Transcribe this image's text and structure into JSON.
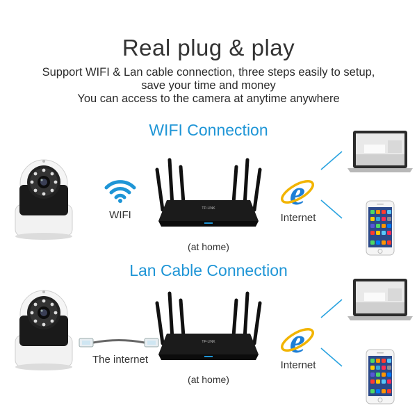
{
  "title": "Real plug & play",
  "subtitle_lines": [
    "Support WIFI & Lan cable connection, three steps easily to setup,",
    "save your time and money",
    "You can access to the camera at anytime anywhere"
  ],
  "wifi_section": {
    "heading": "WIFI Connection",
    "link_label": "WIFI",
    "router_caption": "(at home)",
    "internet_label": "Internet"
  },
  "lan_section": {
    "heading": "Lan Cable Connection",
    "link_label": "The internet",
    "router_caption": "(at home)",
    "internet_label": "Internet"
  },
  "router_brand": "TP-LINK",
  "colors": {
    "accent_blue": "#1e95d6",
    "router_body": "#1b1b1b",
    "camera_white": "#f4f4f4",
    "camera_black": "#1a1a1a"
  },
  "icons": [
    "camera-icon",
    "wifi-icon",
    "router-icon",
    "ethernet-cable-icon",
    "internet-explorer-icon",
    "laptop-icon",
    "smartphone-icon"
  ]
}
